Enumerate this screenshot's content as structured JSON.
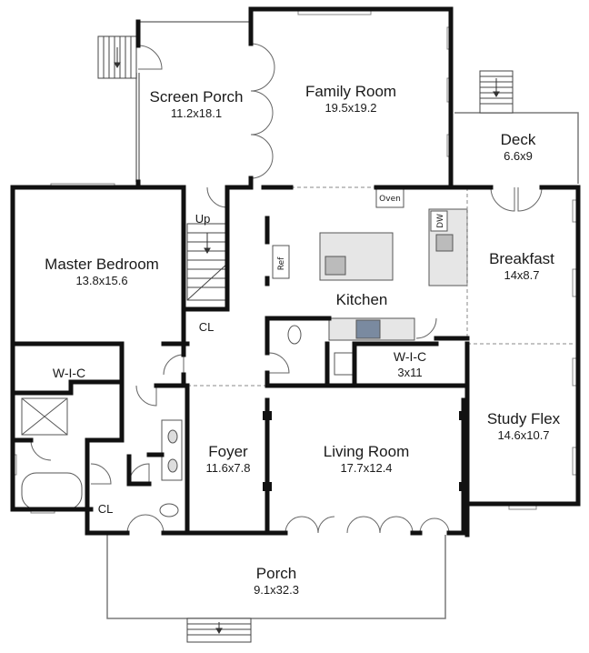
{
  "plan": {
    "rooms": [
      {
        "name": "Screen Porch",
        "dims": "11.2x18.1"
      },
      {
        "name": "Family Room",
        "dims": "19.5x19.2"
      },
      {
        "name": "Deck",
        "dims": "6.6x9"
      },
      {
        "name": "Master Bedroom",
        "dims": "13.8x15.6"
      },
      {
        "name": "Kitchen",
        "dims": ""
      },
      {
        "name": "Breakfast",
        "dims": "14x8.7"
      },
      {
        "name": "W-I-C",
        "dims": "3x11"
      },
      {
        "name": "Study Flex",
        "dims": "14.6x10.7"
      },
      {
        "name": "Foyer",
        "dims": "11.6x7.8"
      },
      {
        "name": "Living Room",
        "dims": "17.7x12.4"
      },
      {
        "name": "Porch",
        "dims": "9.1x32.3"
      }
    ],
    "labels": {
      "up": "Up",
      "closet_upper": "CL",
      "closet_lower": "CL",
      "wic_master": "W-I-C"
    },
    "fixtures": {
      "oven": "Oven",
      "dishwasher": "DW",
      "refrigerator": "Ref"
    },
    "colors": {
      "wall": "#111111",
      "line": "#7a7a7a",
      "fixture_fill": "#e6e6e6"
    }
  }
}
